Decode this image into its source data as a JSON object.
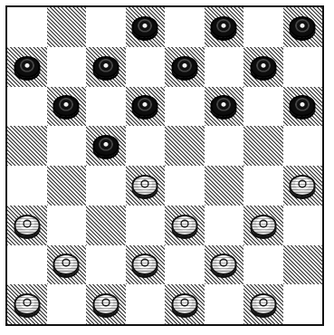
{
  "board": {
    "rows": 8,
    "cols": 8,
    "dark_square_parity": 1,
    "square_colors": {
      "dark": "#2a2a2a",
      "light": "#ffffff"
    }
  },
  "pieces": [
    {
      "row": 0,
      "col": 3,
      "color": "black"
    },
    {
      "row": 0,
      "col": 5,
      "color": "black"
    },
    {
      "row": 0,
      "col": 7,
      "color": "black"
    },
    {
      "row": 1,
      "col": 0,
      "color": "black"
    },
    {
      "row": 1,
      "col": 2,
      "color": "black"
    },
    {
      "row": 1,
      "col": 4,
      "color": "black"
    },
    {
      "row": 1,
      "col": 6,
      "color": "black"
    },
    {
      "row": 2,
      "col": 1,
      "color": "black"
    },
    {
      "row": 2,
      "col": 3,
      "color": "black"
    },
    {
      "row": 2,
      "col": 5,
      "color": "black"
    },
    {
      "row": 2,
      "col": 7,
      "color": "black"
    },
    {
      "row": 3,
      "col": 2,
      "color": "black"
    },
    {
      "row": 4,
      "col": 3,
      "color": "white"
    },
    {
      "row": 4,
      "col": 7,
      "color": "white"
    },
    {
      "row": 5,
      "col": 0,
      "color": "white"
    },
    {
      "row": 5,
      "col": 4,
      "color": "white"
    },
    {
      "row": 5,
      "col": 6,
      "color": "white"
    },
    {
      "row": 6,
      "col": 1,
      "color": "white"
    },
    {
      "row": 6,
      "col": 3,
      "color": "white"
    },
    {
      "row": 6,
      "col": 5,
      "color": "white"
    },
    {
      "row": 7,
      "col": 0,
      "color": "white"
    },
    {
      "row": 7,
      "col": 2,
      "color": "white"
    },
    {
      "row": 7,
      "col": 4,
      "color": "white"
    },
    {
      "row": 7,
      "col": 6,
      "color": "white"
    }
  ]
}
